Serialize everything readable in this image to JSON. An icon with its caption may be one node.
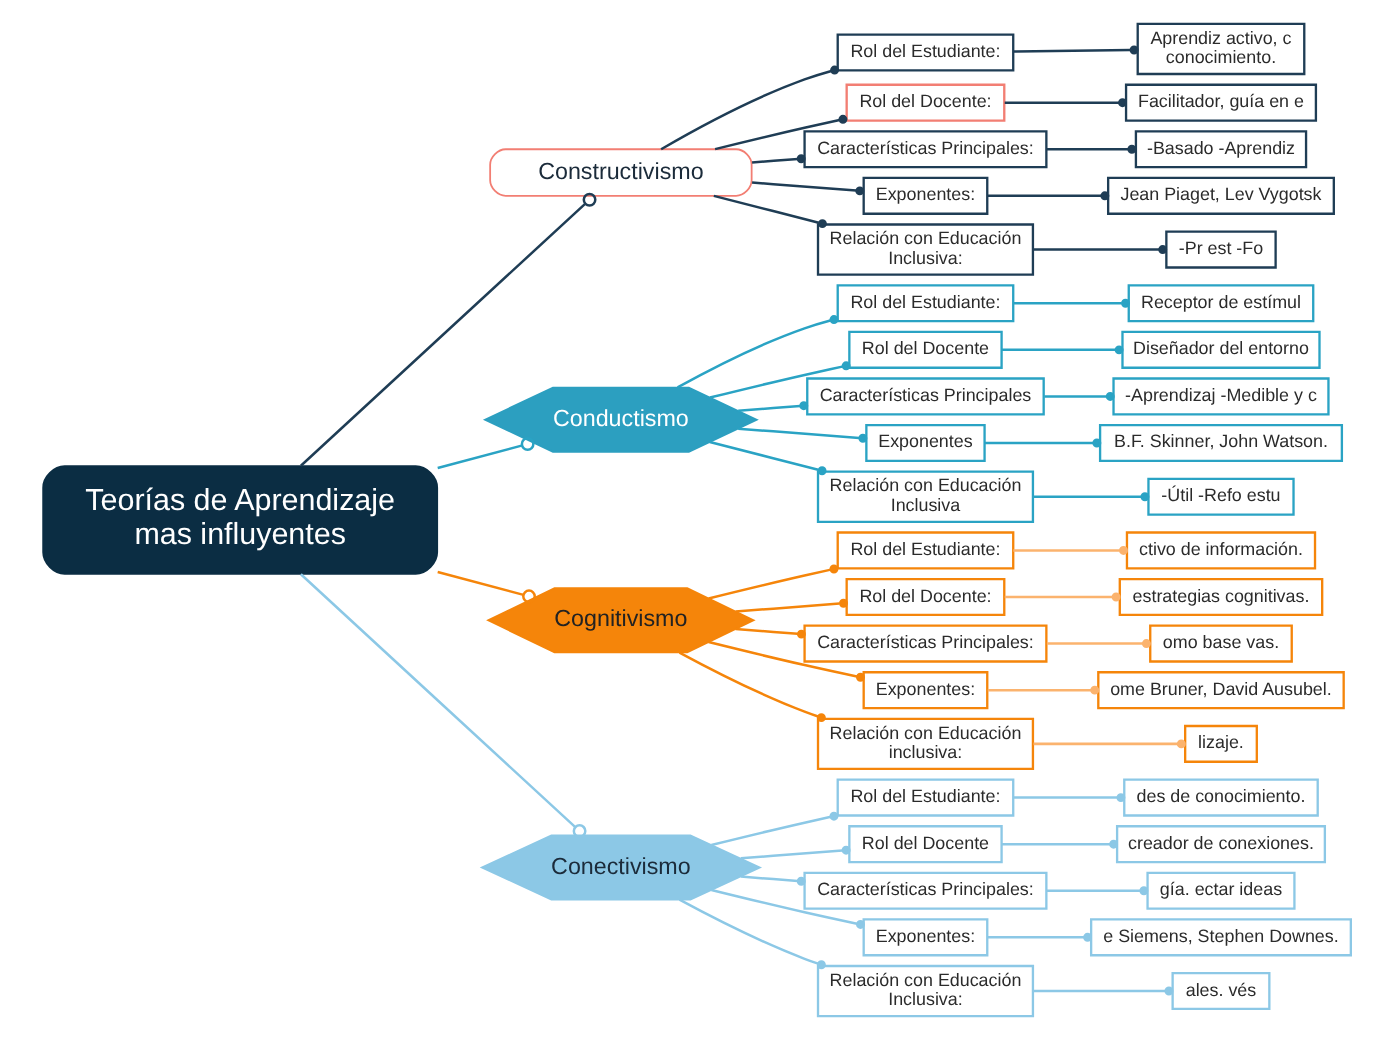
{
  "diagram": {
    "nodes": [
      {
        "text": [
          "Teorías de Aprendizaje mas influyentes"
        ]
      },
      {
        "text": [
          "Constructivismo"
        ]
      },
      {
        "text": [
          "Rol del Estudiante:"
        ]
      },
      {
        "text": [
          "Aprendiz activo, c conocimiento."
        ]
      },
      {
        "text": [
          "Rol del Docente:"
        ]
      },
      {
        "text": [
          "Facilitador, guía en e"
        ]
      },
      {
        "text": [
          "Características Principales:"
        ]
      },
      {
        "text": [
          "-Basado -Aprendiz"
        ]
      },
      {
        "text": [
          "Exponentes:"
        ]
      },
      {
        "text": [
          "Jean Piaget, Lev Vygotsk"
        ]
      },
      {
        "text": [
          "Relación con Educación Inclusiva:"
        ]
      },
      {
        "text": [
          "-Pr est -Fo"
        ]
      },
      {
        "text": [
          "Conductismo"
        ]
      },
      {
        "text": [
          "Rol del Estudiante:"
        ]
      },
      {
        "text": [
          "Receptor de estímul"
        ]
      },
      {
        "text": [
          "Rol del Docente"
        ]
      },
      {
        "text": [
          "Diseñador del entorno"
        ]
      },
      {
        "text": [
          "Características Principales"
        ]
      },
      {
        "text": [
          "-Aprendizaj -Medible y c"
        ]
      },
      {
        "text": [
          "Exponentes"
        ]
      },
      {
        "text": [
          "B.F. Skinner, John Watson."
        ]
      },
      {
        "text": [
          "Relación con Educación Inclusiva"
        ]
      },
      {
        "text": [
          "-Útil -Refo estu"
        ]
      },
      {
        "text": [
          "Cognitivismo"
        ]
      },
      {
        "text": [
          "Rol del Estudiante:"
        ]
      },
      {
        "text": [
          "ctivo de información."
        ]
      },
      {
        "text": [
          "Rol del Docente:"
        ]
      },
      {
        "text": [
          "estrategias cognitivas."
        ]
      },
      {
        "text": [
          "Características Principales:"
        ]
      },
      {
        "text": [
          "omo base vas."
        ]
      },
      {
        "text": [
          "Exponentes:"
        ]
      },
      {
        "text": [
          "ome Bruner, David Ausubel."
        ]
      },
      {
        "text": [
          "Relación con Educación inclusiva:"
        ]
      },
      {
        "text": [
          "lizaje."
        ]
      },
      {
        "text": [
          "Conectivismo"
        ]
      },
      {
        "text": [
          "Rol del Estudiante:"
        ]
      },
      {
        "text": [
          "des de conocimiento."
        ]
      },
      {
        "text": [
          "Rol del Docente"
        ]
      },
      {
        "text": [
          "creador de conexiones."
        ]
      },
      {
        "text": [
          "Características Principales:"
        ]
      },
      {
        "text": [
          "gía. ectar ideas"
        ]
      },
      {
        "text": [
          "Exponentes:"
        ]
      },
      {
        "text": [
          "e Siemens, Stephen Downes."
        ]
      },
      {
        "text": [
          "Relación con Educación Inclusiva:"
        ]
      },
      {
        "text": [
          "ales. vés"
        ]
      }
    ],
    "edges": [
      {
        "from": 0,
        "to": 1,
        "arrow": "other",
        "color": "#1f3d55"
      },
      {
        "from": 1,
        "to": 2,
        "arrow": "other",
        "color": "#1f3d55"
      },
      {
        "from": 2,
        "to": 3,
        "arrow": "other",
        "color": "#1f3d55"
      },
      {
        "from": 1,
        "to": 4,
        "arrow": "other",
        "color": "#1f3d55"
      },
      {
        "from": 4,
        "to": 5,
        "arrow": "other",
        "color": "#1f3d55"
      },
      {
        "from": 1,
        "to": 6,
        "arrow": "other",
        "color": "#1f3d55"
      },
      {
        "from": 6,
        "to": 7,
        "arrow": "other",
        "color": "#1f3d55"
      },
      {
        "from": 1,
        "to": 8,
        "arrow": "other",
        "color": "#1f3d55"
      },
      {
        "from": 8,
        "to": 9,
        "arrow": "other",
        "color": "#1f3d55"
      },
      {
        "from": 1,
        "to": 10,
        "arrow": "other",
        "color": "#1f3d55"
      },
      {
        "from": 10,
        "to": 11,
        "arrow": "other",
        "color": "#1f3d55"
      },
      {
        "from": 0,
        "to": 12,
        "arrow": "other",
        "color": "#2aa3c4"
      },
      {
        "from": 12,
        "to": 13,
        "arrow": "other",
        "color": "#2aa3c4"
      },
      {
        "from": 13,
        "to": 14,
        "arrow": "other",
        "color": "#2aa3c4"
      },
      {
        "from": 12,
        "to": 15,
        "arrow": "other",
        "color": "#2aa3c4"
      },
      {
        "from": 15,
        "to": 16,
        "arrow": "other",
        "color": "#2aa3c4"
      },
      {
        "from": 12,
        "to": 17,
        "arrow": "other",
        "color": "#2aa3c4"
      },
      {
        "from": 17,
        "to": 18,
        "arrow": "other",
        "color": "#2aa3c4"
      },
      {
        "from": 12,
        "to": 19,
        "arrow": "other",
        "color": "#2aa3c4"
      },
      {
        "from": 19,
        "to": 20,
        "arrow": "other",
        "color": "#2aa3c4"
      },
      {
        "from": 12,
        "to": 21,
        "arrow": "other",
        "color": "#2aa3c4"
      },
      {
        "from": 21,
        "to": 22,
        "arrow": "other",
        "color": "#2aa3c4"
      },
      {
        "from": 0,
        "to": 23,
        "arrow": "other",
        "color": "#f5850a"
      },
      {
        "from": 23,
        "to": 24,
        "arrow": "other",
        "color": "#f5850a"
      },
      {
        "from": 24,
        "to": 25,
        "arrow": "other",
        "color": "#fbb36e"
      },
      {
        "from": 23,
        "to": 26,
        "arrow": "other",
        "color": "#f5850a"
      },
      {
        "from": 26,
        "to": 27,
        "arrow": "other",
        "color": "#fbb36e"
      },
      {
        "from": 23,
        "to": 28,
        "arrow": "other",
        "color": "#f5850a"
      },
      {
        "from": 28,
        "to": 29,
        "arrow": "other",
        "color": "#fbb36e"
      },
      {
        "from": 23,
        "to": 30,
        "arrow": "other",
        "color": "#f5850a"
      },
      {
        "from": 30,
        "to": 31,
        "arrow": "other",
        "color": "#fbb36e"
      },
      {
        "from": 23,
        "to": 32,
        "arrow": "other",
        "color": "#f5850a"
      },
      {
        "from": 32,
        "to": 33,
        "arrow": "other",
        "color": "#fbb36e"
      },
      {
        "from": 0,
        "to": 34,
        "arrow": "other",
        "color": "#8cc8e6"
      },
      {
        "from": 34,
        "to": 35,
        "arrow": "other",
        "color": "#8cc8e6"
      },
      {
        "from": 35,
        "to": 36,
        "arrow": "other",
        "color": "#8cc8e6"
      },
      {
        "from": 34,
        "to": 37,
        "arrow": "other",
        "color": "#8cc8e6"
      },
      {
        "from": 37,
        "to": 38,
        "arrow": "other",
        "color": "#8cc8e6"
      },
      {
        "from": 34,
        "to": 39,
        "arrow": "other",
        "color": "#8cc8e6"
      },
      {
        "from": 39,
        "to": 40,
        "arrow": "other",
        "color": "#8cc8e6"
      },
      {
        "from": 34,
        "to": 41,
        "arrow": "other",
        "color": "#8cc8e6"
      },
      {
        "from": 41,
        "to": 42,
        "arrow": "other",
        "color": "#8cc8e6"
      },
      {
        "from": 34,
        "to": 43,
        "arrow": "other",
        "color": "#8cc8e6"
      },
      {
        "from": 43,
        "to": 44,
        "arrow": "other",
        "color": "#8cc8e6"
      }
    ]
  }
}
